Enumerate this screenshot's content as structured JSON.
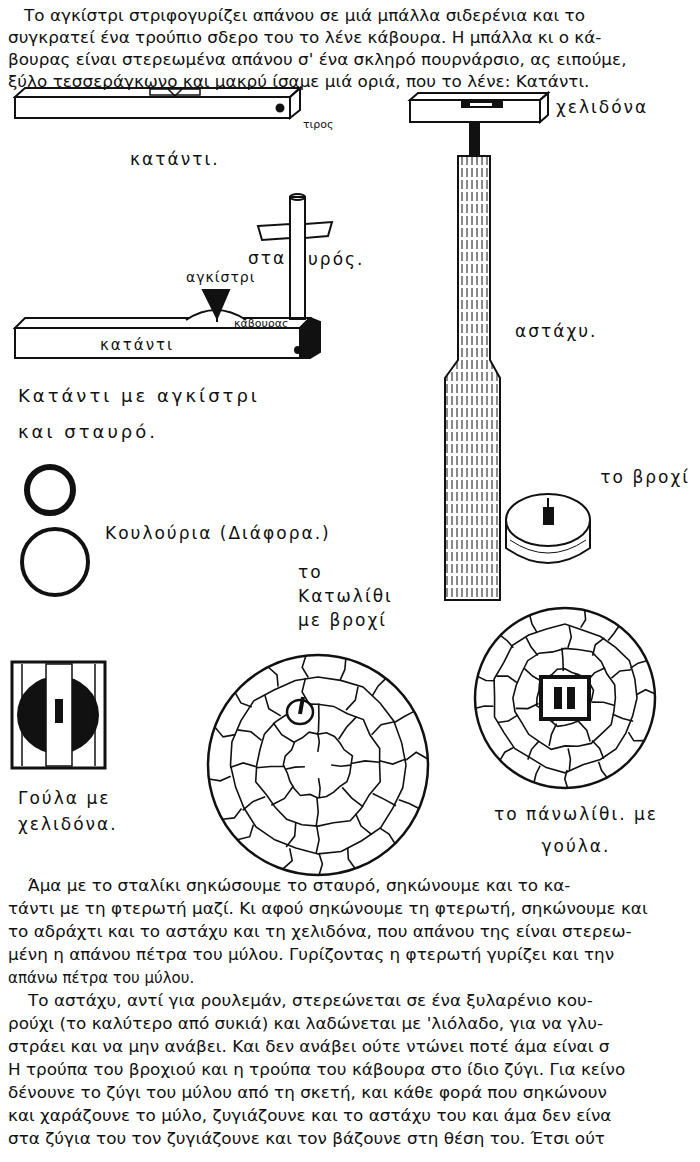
{
  "diagram": {
    "labels": [
      "Το αγκίστρι στριφογυρίζει απάνου σε μιά μπάλλα σιδερένια και το",
      "συγκρατεί ένα τρούπιο σδερο του το λένε κάβουρα. Η μπάλλα κι ο κά-",
      "βουρας είναι στερεωμένα απάνου σ' ένα σκληρό πουρνάρσιο, ας ειπούμε,",
      "ξύλο τεσσεράγκωνο και μακρύ ίσαμε μιά οριά, που το λένε: Κατάντι.",
      "τιρος",
      "χελιδόνα",
      "κατάντι.",
      "στα",
      "υρός.",
      "αγκίστρι",
      "κάβουρας",
      "αστάχυ.",
      "κατάντι",
      "Κατάντι με αγκίστρι και σταυρό.",
      "Κουλούρια (Διάφορα.)",
      "το Κατωλίθι με βροχί",
      "το βροχί",
      "Γούλα με χελιδόνα.",
      "το πάνωλίθι. με γούλα.",
      "Άμα με το σταλίκι σηκώσουμε το σταυρό, σηκώνουμε και το κα-",
      "τάντι με τη φτερωτή μαζί. Κι αφού σηκώνουμε τη φτερωτή, σηκώνουμε και",
      "το αδράχτι και το αστάχυ και τη χελιδόνα, που απάνου της είναι στερεω-",
      "μένη η απάνου πέτρα του μύλου. Γυρίζοντας η φτερωτή γυρίζει και την",
      "απάνω πέτρα του μύλου.",
      "Το αστάχυ, αντί για ρουλεμάν, στερεώνεται σε ένα ξυλαρένιο κου-",
      "ρούχι (το καλύτερο από συκιά) και λαδώνεται με 'λιόλαδο, για να γλυ-",
      "στράει και να μην ανάβει. Και δεν ανάβει ούτε ντώνει ποτέ άμα είναι σ",
      "Η τρούπα του βροχιού και η τρούπα του κάβουρα στο ίδιο ζύγι. Για κείνο",
      "δένουνε το ζύγι του μύλου από τη σκετή, και κάθε φορά που σηκώνουν",
      "και χαράζουνε το μύλο, ζυγιάζουνε και το αστάχυ του και άμα δεν είνα",
      "στα ζύγια του τον ζυγιάζουνε και τον βάζουνε στη θέση του. Έτσι ούτ"
    ]
  }
}
